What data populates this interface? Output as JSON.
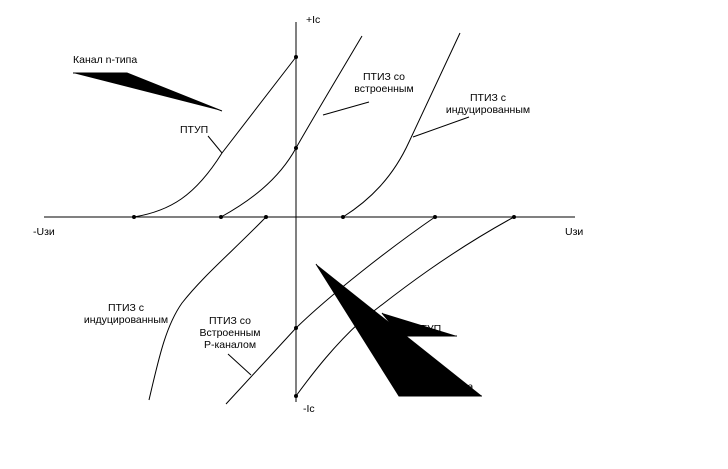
{
  "axes": {
    "y_positive": "+Ic",
    "y_negative": "-Ic",
    "x_negative": "-Uзи",
    "x_positive": "Uзи"
  },
  "labels": {
    "n_channel": "Канал n-типа",
    "p_channel": "Канал p-типа",
    "jfet_n": "ПТУП",
    "jfet_p": "ПТУП",
    "depletion_n": [
      "ПТИЗ со",
      "встроенным"
    ],
    "enhancement_n": [
      "ПТИЗ с",
      "индуцированным"
    ],
    "enhancement_p": [
      "ПТИЗ с",
      "индуцированным"
    ],
    "depletion_p": [
      "ПТИЗ со",
      "Встроенным",
      "Р-каналом"
    ]
  },
  "colors": {
    "ink": "#000000",
    "background": "#ffffff"
  }
}
